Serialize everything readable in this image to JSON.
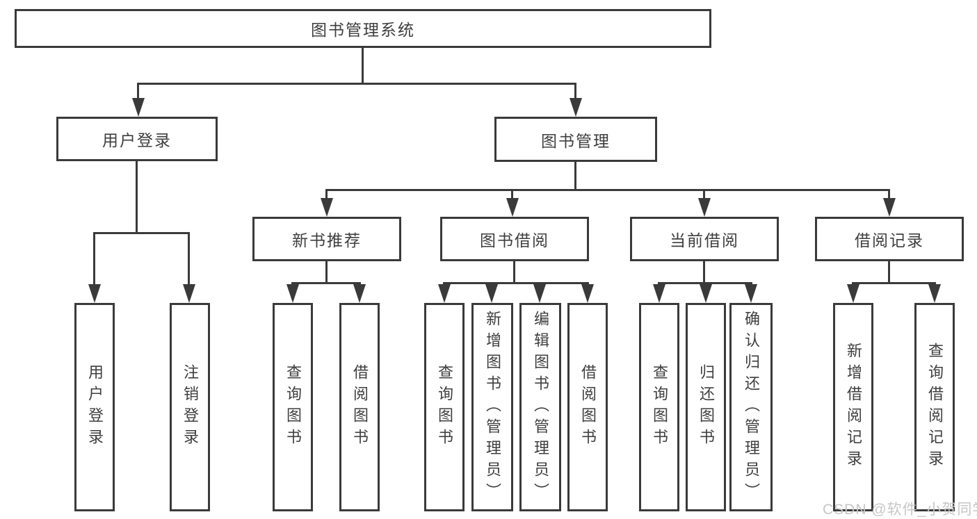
{
  "tree": {
    "root": "图书管理系统",
    "children": [
      {
        "label": "用户登录",
        "children": [
          "用户登录",
          "注销登录"
        ]
      },
      {
        "label": "图书管理",
        "children": [
          {
            "label": "新书推荐",
            "children": [
              "查询图书",
              "借阅图书"
            ]
          },
          {
            "label": "图书借阅",
            "children": [
              "查询图书",
              "新增图书（管理员）",
              "编辑图书（管理员）",
              "借阅图书"
            ]
          },
          {
            "label": "当前借阅",
            "children": [
              "查询图书",
              "归还图书",
              "确认归还（管理员）"
            ]
          },
          {
            "label": "借阅记录",
            "children": [
              "新增借阅记录",
              "查询借阅记录"
            ]
          }
        ]
      }
    ]
  },
  "watermark": {
    "text": "CSDN @软件_小贺同学"
  },
  "colors": {
    "line": "#3a3a3a",
    "text": "#3e3e3e",
    "watermark": "#c6c6c6",
    "background": "#ffffff"
  }
}
